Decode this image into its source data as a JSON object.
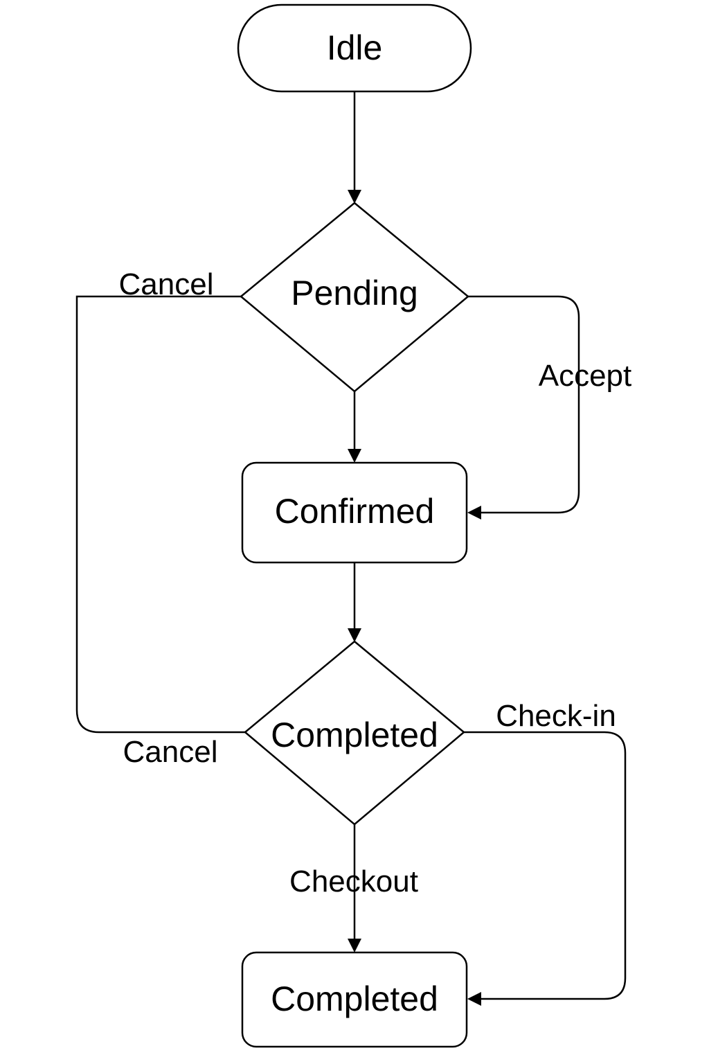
{
  "diagram": {
    "nodes": {
      "idle": {
        "label": "Idle",
        "shape": "terminator"
      },
      "pending": {
        "label": "Pending",
        "shape": "decision"
      },
      "confirmed": {
        "label": "Confirmed",
        "shape": "process"
      },
      "completed_decision": {
        "label": "Completed",
        "shape": "decision"
      },
      "completed_final": {
        "label": "Completed",
        "shape": "process"
      }
    },
    "edges": {
      "idle_to_pending": {
        "label": "",
        "from": "Idle",
        "to": "Pending"
      },
      "pending_to_confirmed": {
        "label": "",
        "from": "Pending",
        "to": "Confirmed"
      },
      "pending_accept": {
        "label": "Accept",
        "from": "Pending",
        "to": "Confirmed"
      },
      "pending_cancel": {
        "label": "Cancel",
        "from": "Pending",
        "to": "Completed"
      },
      "completed_cancel": {
        "label": "Cancel",
        "from": "Completed",
        "to": "Pending"
      },
      "confirmed_to_completed": {
        "label": "",
        "from": "Confirmed",
        "to": "Completed"
      },
      "completed_checkout": {
        "label": "Checkout",
        "from": "Completed",
        "to": "Completed"
      },
      "completed_checkin": {
        "label": "Check-in",
        "from": "Completed",
        "to": "Completed"
      }
    },
    "colors": {
      "stroke": "#000000",
      "fill": "#ffffff",
      "text": "#000000"
    }
  }
}
